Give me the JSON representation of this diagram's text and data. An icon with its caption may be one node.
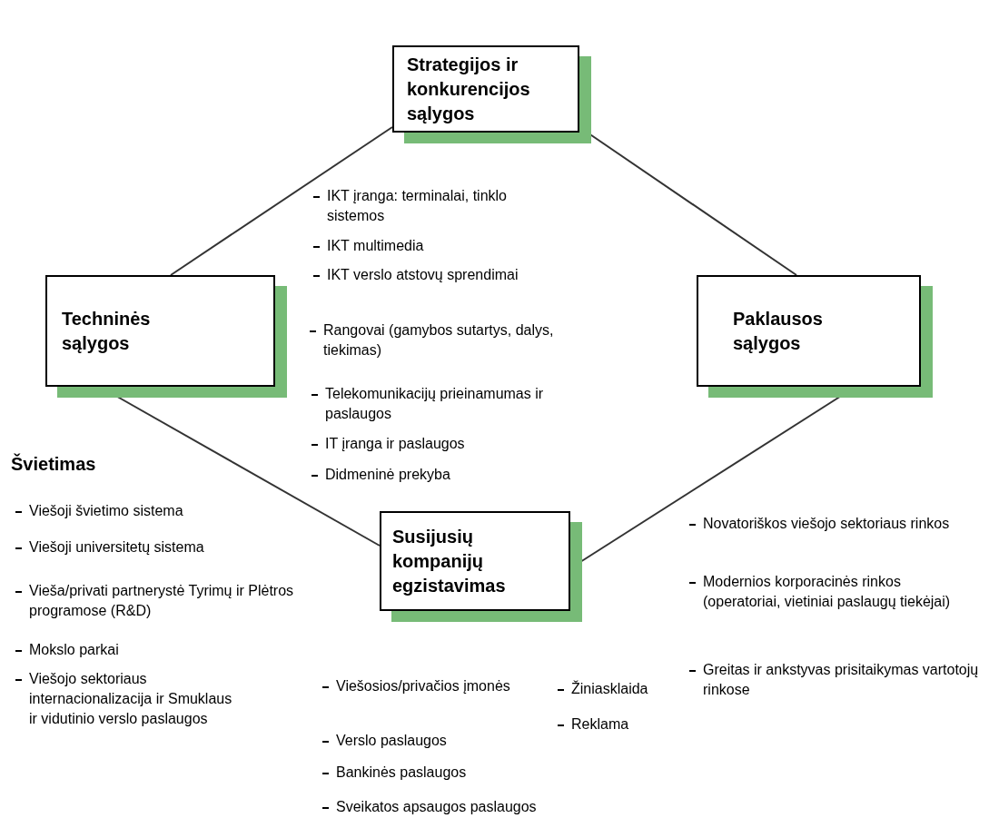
{
  "diagram": {
    "nodes": [
      {
        "text": [
          "Strategijos ir konkurencijos sąlygos"
        ]
      },
      {
        "text": [
          "Techninės sąlygos"
        ]
      },
      {
        "text": [
          "Paklausos sąlygos"
        ]
      },
      {
        "text": [
          "Susijusių kompanijų egzistavimas"
        ]
      }
    ],
    "edges": [
      {
        "from": 0,
        "to": 1,
        "arrow": "none"
      },
      {
        "from": 0,
        "to": 2,
        "arrow": "none"
      },
      {
        "from": 1,
        "to": 3,
        "arrow": "none"
      },
      {
        "from": 2,
        "to": 3,
        "arrow": "none"
      }
    ],
    "labels": [
      "IKT įranga: terminalai, tinklo sistemos",
      "IKT multimedia",
      "IKT verslo atstovų sprendimai",
      "Rangovai (gamybos sutartys, dalys, tiekimas)",
      "Telekomunikacijų prieinamumas ir paslaugos",
      "IT įranga ir paslaugos",
      "Didmeninė prekyba",
      "Švietimas",
      "Viešoji švietimo sistema",
      "Viešoji universitetų sistema",
      "Vieša/privati partnerystė Tyrimų ir Plėtros programose (R&D)",
      "Mokslo parkai",
      "Viešojo sektoriaus internacionalizacija ir Smuklaus ir vidutinio verslo paslaugos",
      "Novatoriškos viešojo sektoriaus rinkos",
      "Modernios korporacinės rinkos (operatoriai, vietiniai paslaugų tiekėjai)",
      "Greitas ir ankstyvas prisitaikymas vartotojų rinkose",
      "Viešosios/privačios įmonės",
      "Verslo paslaugos",
      "Bankinės paslaugos",
      "Sveikatos apsaugos paslaugos",
      "Žiniasklaida",
      "Reklama"
    ]
  }
}
